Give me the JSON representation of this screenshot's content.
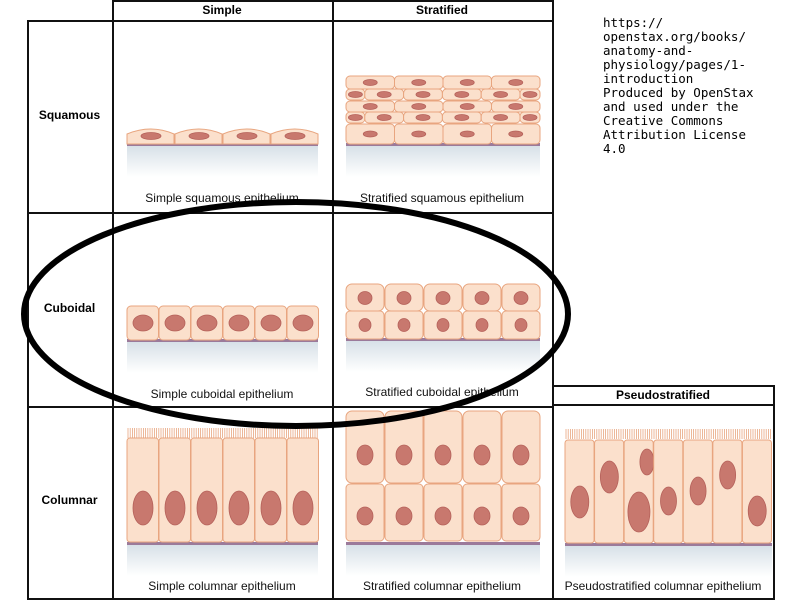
{
  "columns": {
    "simple": "Simple",
    "stratified": "Stratified",
    "pseudostratified": "Pseudostratified"
  },
  "rows": {
    "squamous": "Squamous",
    "cuboidal": "Cuboidal",
    "columnar": "Columnar"
  },
  "captions": {
    "simple_squamous": "Simple squamous epithelium",
    "stratified_squamous": "Stratified squamous epithelium",
    "simple_cuboidal": "Simple cuboidal epithelium",
    "stratified_cuboidal": "Stratified cuboidal epithelium",
    "simple_columnar": "Simple columnar epithelium",
    "stratified_columnar": "Stratified columnar epithelium",
    "pseudostratified_columnar": "Pseudostratified columnar epithelium"
  },
  "credit": "https://\nopenstax.org/books/\nanatomy-and-\nphysiology/pages/1-\nintroduction\nProduced by OpenStax\nand used under the\nCreative Commons\nAttribution License\n4.0",
  "colors": {
    "cell": "#fbe0cc",
    "cell_edge": "#e8a57f",
    "nucleus": "#c8786e",
    "membrane": "#9b7a9a",
    "tissue": "#dde4ea",
    "highlight": "#000000"
  }
}
